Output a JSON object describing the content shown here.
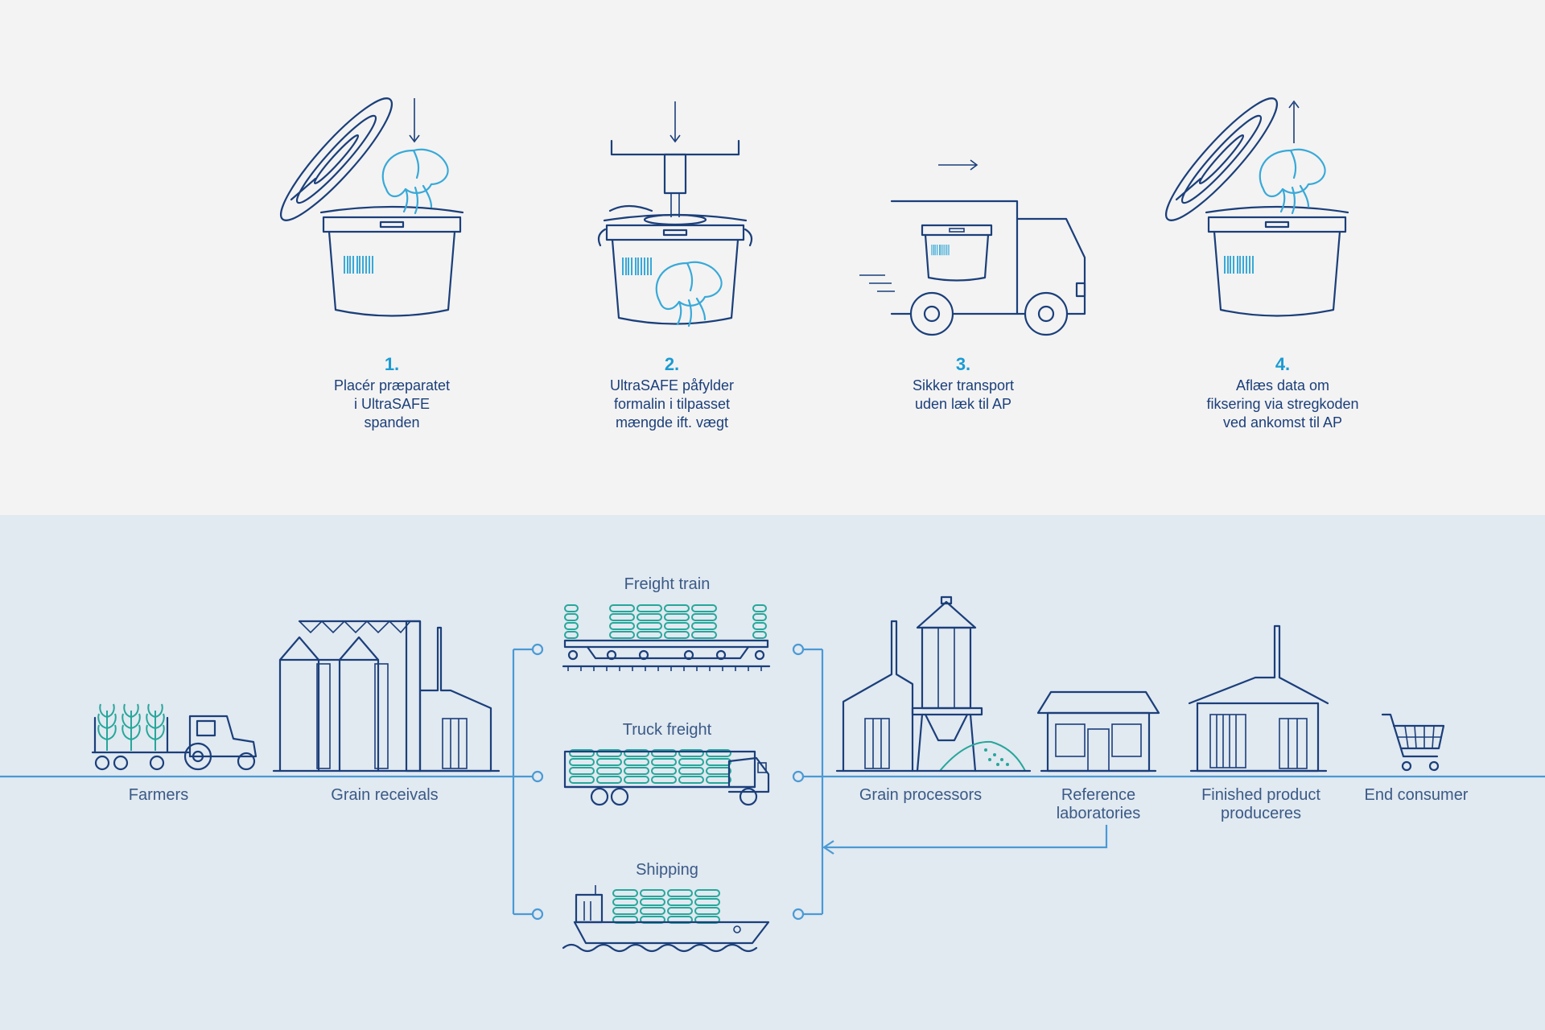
{
  "steps": [
    {
      "number": "1.",
      "lines": [
        "Placér præparatet",
        "i UltraSAFE",
        "spanden"
      ]
    },
    {
      "number": "2.",
      "lines": [
        "UltraSAFE påfylder",
        "formalin i tilpasset",
        "mængde ift. vægt"
      ]
    },
    {
      "number": "3.",
      "lines": [
        "Sikker transport",
        "uden læk til AP"
      ]
    },
    {
      "number": "4.",
      "lines": [
        "Aflæs data om",
        "fiksering via stregkoden",
        "ved ankomst til AP"
      ]
    }
  ],
  "supply_chain": {
    "farmers": "Farmers",
    "grain_receivals": "Grain receivals",
    "freight_train": "Freight train",
    "truck_freight": "Truck freight",
    "shipping": "Shipping",
    "grain_processors": "Grain processors",
    "reference_laboratories": [
      "Reference",
      "laboratories"
    ],
    "finished_product": [
      "Finished product",
      "produceres"
    ],
    "end_consumer": "End consumer"
  },
  "icons": {
    "step1": "bucket-lid-open-organ-icon",
    "step2": "bucket-formalin-dispenser-icon",
    "step3": "delivery-truck-bucket-icon",
    "step4": "bucket-lid-open-organ-up-icon",
    "farmers": "tractor-crops-icon",
    "grain_receivals": "grain-silo-icon",
    "freight_train": "freight-train-icon",
    "truck_freight": "truck-freight-icon",
    "shipping": "cargo-ship-icon",
    "grain_processors": "grain-processor-factory-icon",
    "reference_laboratories": "laboratory-building-icon",
    "finished_product": "factory-icon",
    "end_consumer": "shopping-cart-icon"
  },
  "colors": {
    "top_background": "#f3f3f3",
    "bottom_background": "#e1e9f1",
    "icon_stroke": "#1b3f7a",
    "accent_blue": "#1b9bd3",
    "organ_blue": "#38a9d8",
    "cargo_teal": "#26a79a"
  }
}
